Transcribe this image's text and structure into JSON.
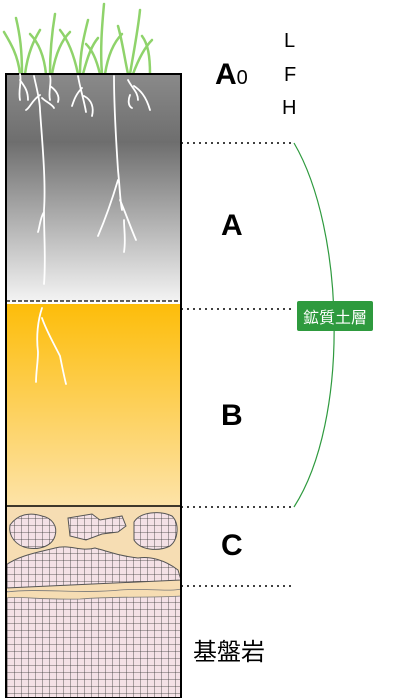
{
  "horizons": {
    "a0": {
      "main": "A",
      "sub": "0"
    },
    "a": "A",
    "b": "B",
    "c": "C"
  },
  "a0_layers": [
    "L",
    "F",
    "H"
  ],
  "mineral_soil_label": "鉱質土層",
  "bedrock_label": "基盤岩",
  "colors": {
    "grass": "#8fd36b",
    "a0_top": "#8a8a8a",
    "a_bottom": "#efefef",
    "b_top": "#fdbd0a",
    "b_bottom": "#fde3a6",
    "bracket": "#2e9a3e",
    "badge": "#2e9a3e",
    "grid": "#333333",
    "rock_fill": "#f4e1e6"
  }
}
